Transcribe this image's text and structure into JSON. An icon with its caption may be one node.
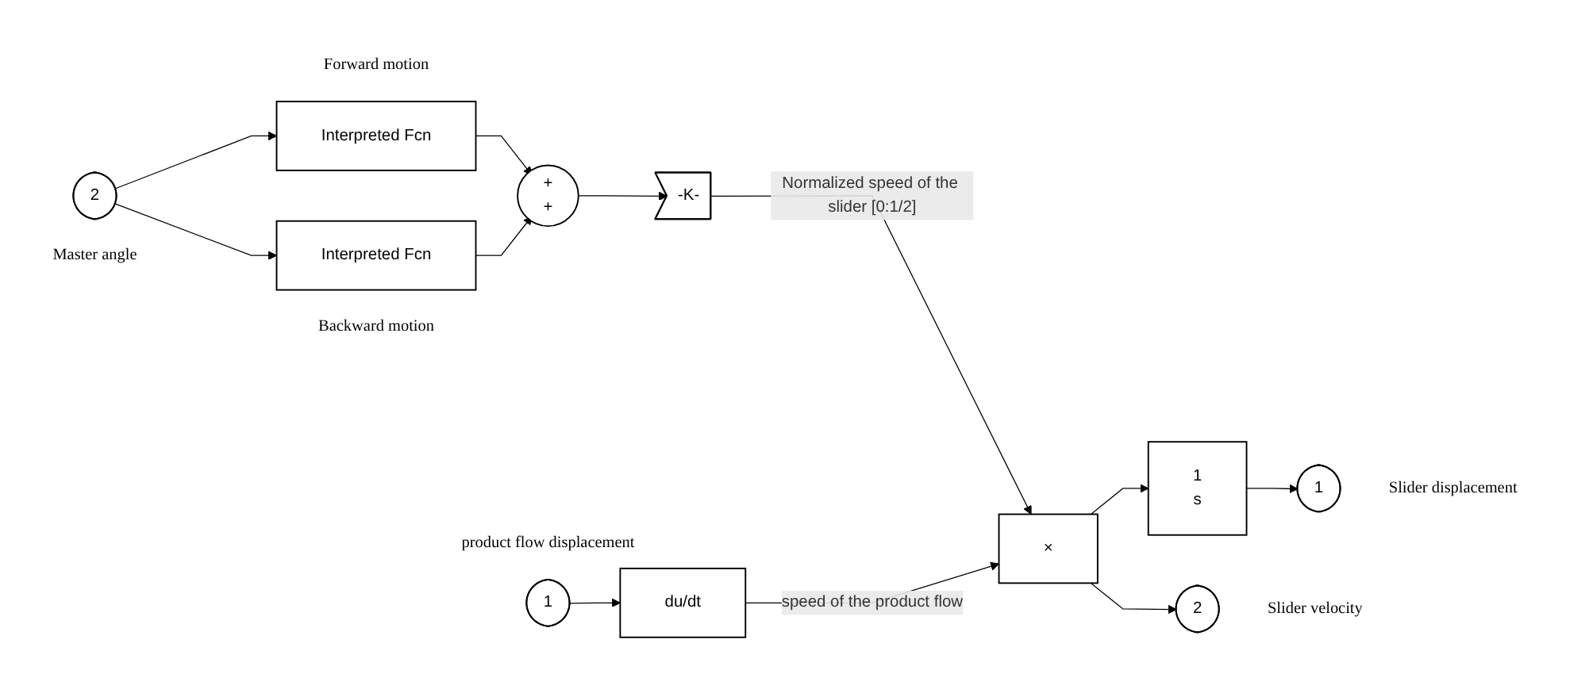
{
  "diagram": {
    "nodes": [
      {
        "text": [
          "2"
        ],
        "beside": [
          "Master angle"
        ]
      },
      {
        "text": [
          "Interpreted Fcn"
        ],
        "beside": [
          "Forward motion"
        ]
      },
      {
        "text": [
          "Interpreted Fcn"
        ],
        "beside": [
          "Backward motion"
        ]
      },
      {
        "text": [
          "+",
          "+"
        ]
      },
      {
        "text": [
          "-K-"
        ]
      },
      {
        "text": [
          "1"
        ],
        "beside": [
          "product flow displacement"
        ]
      },
      {
        "text": [
          "du/dt"
        ]
      },
      {
        "text": [
          "×"
        ]
      },
      {
        "text": [
          "1",
          "s"
        ]
      },
      {
        "text": [
          "1"
        ],
        "beside": [
          "Slider displacement"
        ]
      },
      {
        "text": [
          "2"
        ],
        "beside": [
          "Slider velocity"
        ]
      }
    ],
    "edges": [
      {
        "from": 0,
        "to": 1,
        "arrow": "to"
      },
      {
        "from": 0,
        "to": 2,
        "arrow": "to"
      },
      {
        "from": 1,
        "to": 3,
        "arrow": "to"
      },
      {
        "from": 2,
        "to": 3,
        "arrow": "to"
      },
      {
        "from": 3,
        "to": 4,
        "arrow": "to"
      },
      {
        "from": 4,
        "to": 7,
        "arrow": "to",
        "label": "Normalized speed of the slider [0:1/2]"
      },
      {
        "from": 5,
        "to": 6,
        "arrow": "to"
      },
      {
        "from": 6,
        "to": 7,
        "arrow": "to",
        "label": "speed of the product flow"
      },
      {
        "from": 7,
        "to": 8,
        "arrow": "to"
      },
      {
        "from": 8,
        "to": 9,
        "arrow": "to"
      },
      {
        "from": 7,
        "to": 10,
        "arrow": "to"
      }
    ]
  }
}
